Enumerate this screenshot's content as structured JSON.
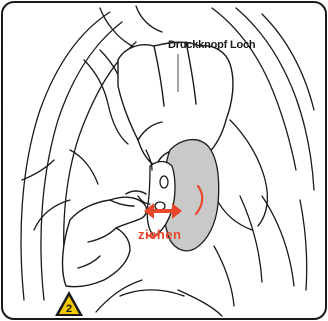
{
  "diagram": {
    "callout_label": "Druckknopf Loch",
    "action_label": "ziehen",
    "step_number": "2",
    "colors": {
      "outline": "#1a1a1a",
      "highlight_fill": "#c9c9c9",
      "arrow": "#e8472c",
      "badge_fill": "#f2c800"
    }
  }
}
